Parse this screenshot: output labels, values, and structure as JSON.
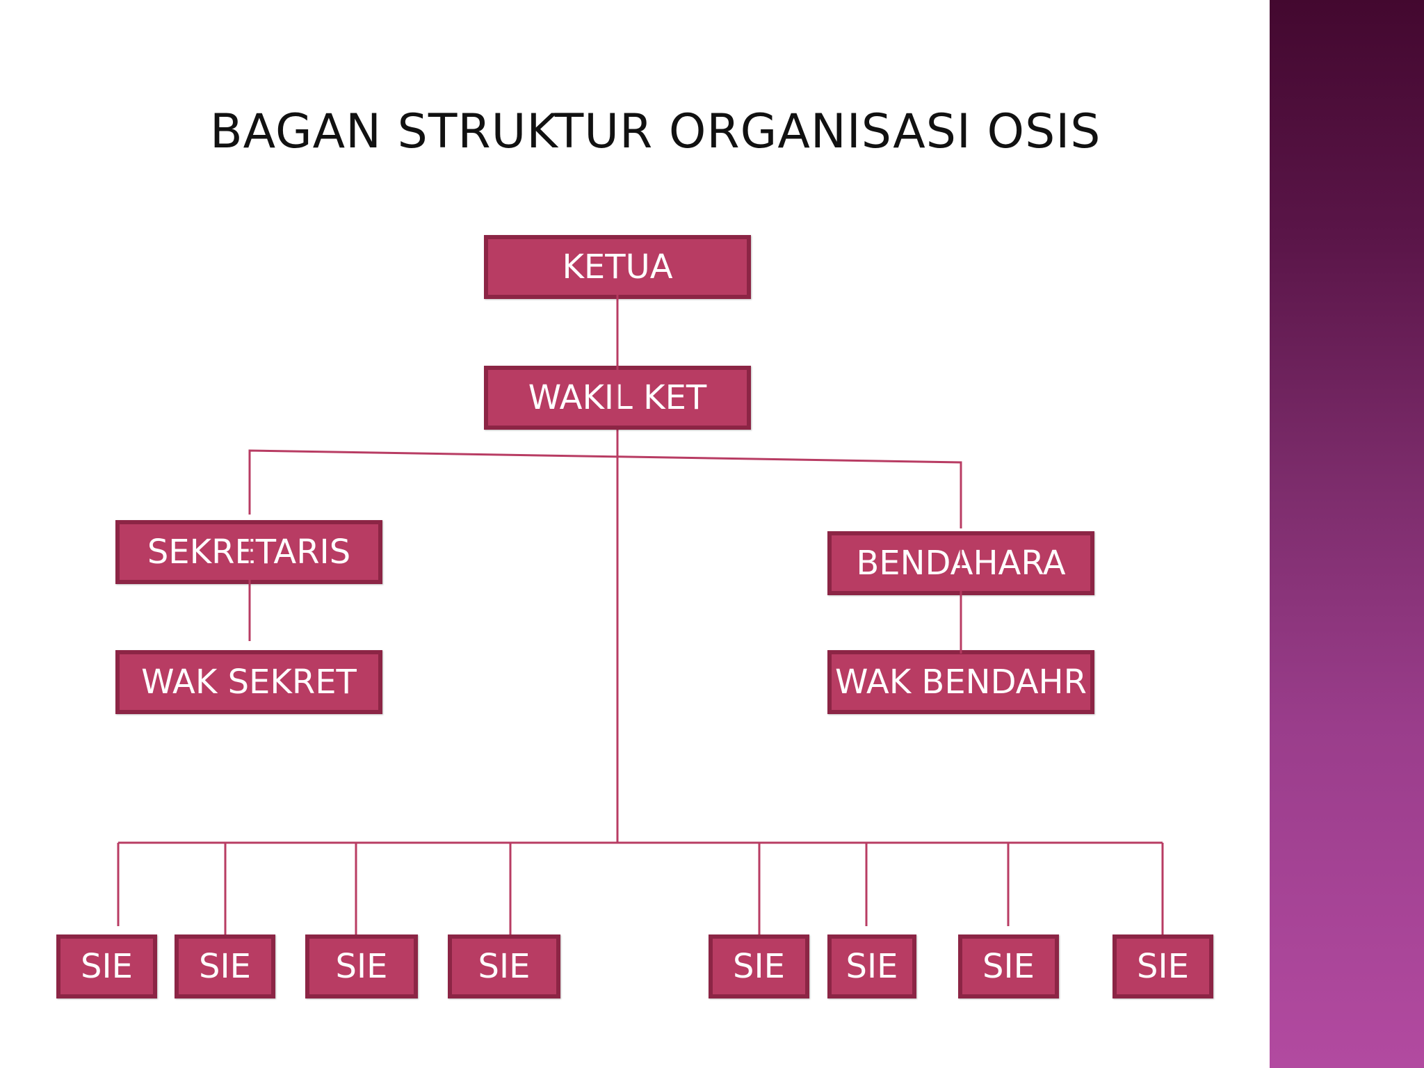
{
  "title": "BAGAN STRUKTUR ORGANISASI OSIS",
  "colors": {
    "box_fill": "#b83c63",
    "box_border": "#8c2545",
    "line": "#b83c63",
    "side_band_top": "#43082f",
    "side_band_bottom": "#b24aa0"
  },
  "nodes": {
    "ketua": "KETUA",
    "wakil_ket": "WAKIL KET",
    "sekretaris": "SEKRETARIS",
    "wak_sekret": "WAK SEKRET",
    "bendahara": "BENDAHARA",
    "wak_bendahr": "WAK BENDAHR",
    "sie": [
      "SIE",
      "SIE",
      "SIE",
      "SIE",
      "SIE",
      "SIE",
      "SIE",
      "SIE"
    ]
  },
  "relations": [
    [
      "ketua",
      "wakil_ket"
    ],
    [
      "wakil_ket",
      "sekretaris"
    ],
    [
      "wakil_ket",
      "bendahara"
    ],
    [
      "sekretaris",
      "wak_sekret"
    ],
    [
      "bendahara",
      "wak_bendahr"
    ],
    [
      "wakil_ket",
      "sie"
    ]
  ]
}
